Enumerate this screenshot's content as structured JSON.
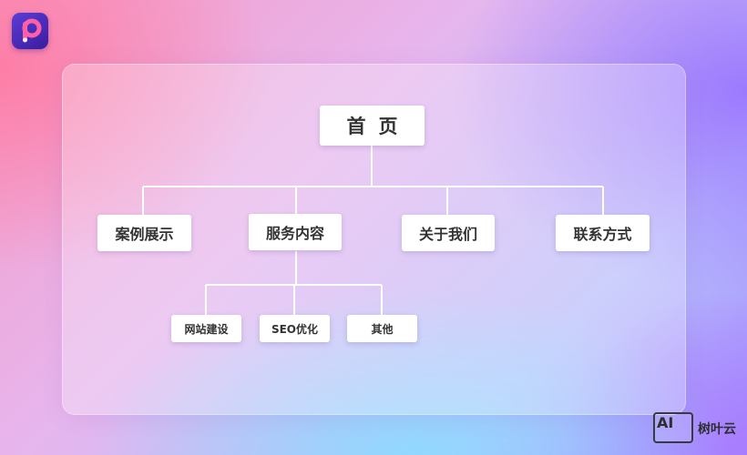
{
  "tree": {
    "root": "首页",
    "level1": [
      "案例展示",
      "服务内容",
      "关于我们",
      "联系方式"
    ],
    "level2": [
      "网站建设",
      "SEO优化",
      "其他"
    ]
  },
  "watermark": {
    "badge": "AI",
    "name": "树叶云"
  },
  "colors": {
    "line": "#ffffff",
    "node_text": "#333333",
    "logo": "#4a2bc0"
  }
}
